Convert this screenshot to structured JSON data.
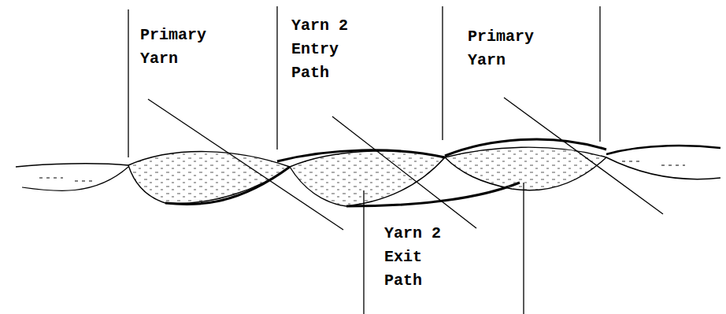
{
  "diagram": {
    "labels": [
      "Primary Yarn",
      "Yarn 2 Entry Path",
      "Primary Yarn",
      "Yarn 2 Exit Path"
    ]
  }
}
